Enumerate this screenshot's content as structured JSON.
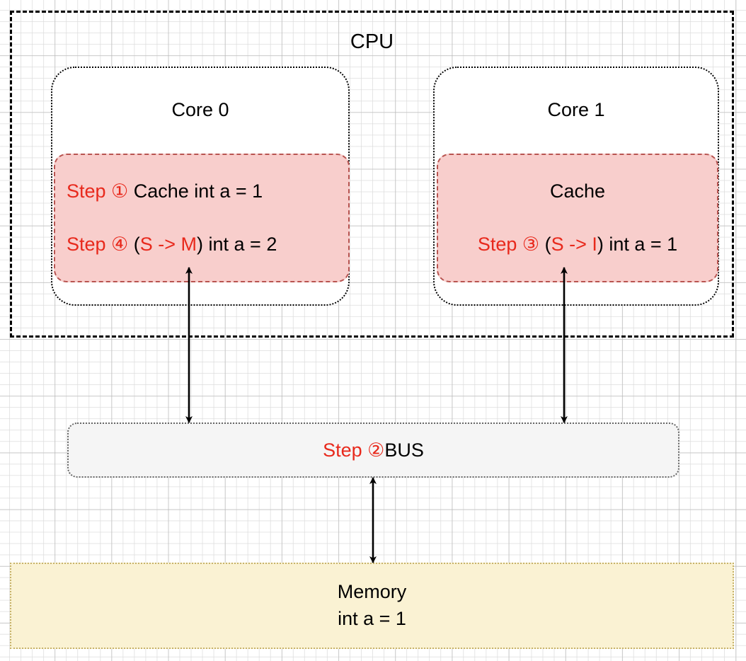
{
  "diagram": {
    "title": "CPU",
    "background": "grid",
    "colors": {
      "accent_red": "#e8291c",
      "cache_fill": "#f8cecc",
      "cache_border": "#b85450",
      "bus_fill": "#f5f5f5",
      "bus_border": "#666666",
      "memory_fill": "#faf2d3",
      "memory_border": "#c7b36a",
      "outline": "#000000"
    }
  },
  "cpu": {
    "label": "CPU",
    "cores": [
      {
        "title": "Core 0",
        "cache": {
          "lines": [
            {
              "parts": [
                {
                  "text": "Step ①",
                  "color": "red"
                },
                {
                  "text": "  Cache int a = 1",
                  "color": "black"
                }
              ]
            },
            {
              "parts": [
                {
                  "text": "Step ④",
                  "color": "red"
                },
                {
                  "text": " (",
                  "color": "black"
                },
                {
                  "text": "S -> M",
                  "color": "red"
                },
                {
                  "text": ") int a = 2",
                  "color": "black"
                }
              ]
            }
          ]
        }
      },
      {
        "title": "Core 1",
        "cache": {
          "lines": [
            {
              "parts": [
                {
                  "text": "Cache",
                  "color": "black"
                }
              ]
            },
            {
              "parts": [
                {
                  "text": "Step ③",
                  "color": "red"
                },
                {
                  "text": " (",
                  "color": "black"
                },
                {
                  "text": "S -> I",
                  "color": "red"
                },
                {
                  "text": ") int a = 1",
                  "color": "black"
                }
              ]
            }
          ]
        }
      }
    ]
  },
  "bus": {
    "parts": [
      {
        "text": "Step ②",
        "color": "red"
      },
      {
        "text": "  BUS",
        "color": "black"
      }
    ]
  },
  "memory": {
    "lines": [
      "Memory",
      "int a = 1"
    ]
  },
  "connectors": [
    {
      "name": "core0-cache-to-bus",
      "from": "Core 0 Cache",
      "to": "BUS",
      "style": "double-headed"
    },
    {
      "name": "core1-cache-to-bus",
      "from": "Core 1 Cache",
      "to": "BUS",
      "style": "double-headed"
    },
    {
      "name": "bus-to-memory",
      "from": "BUS",
      "to": "Memory",
      "style": "double-headed"
    }
  ]
}
